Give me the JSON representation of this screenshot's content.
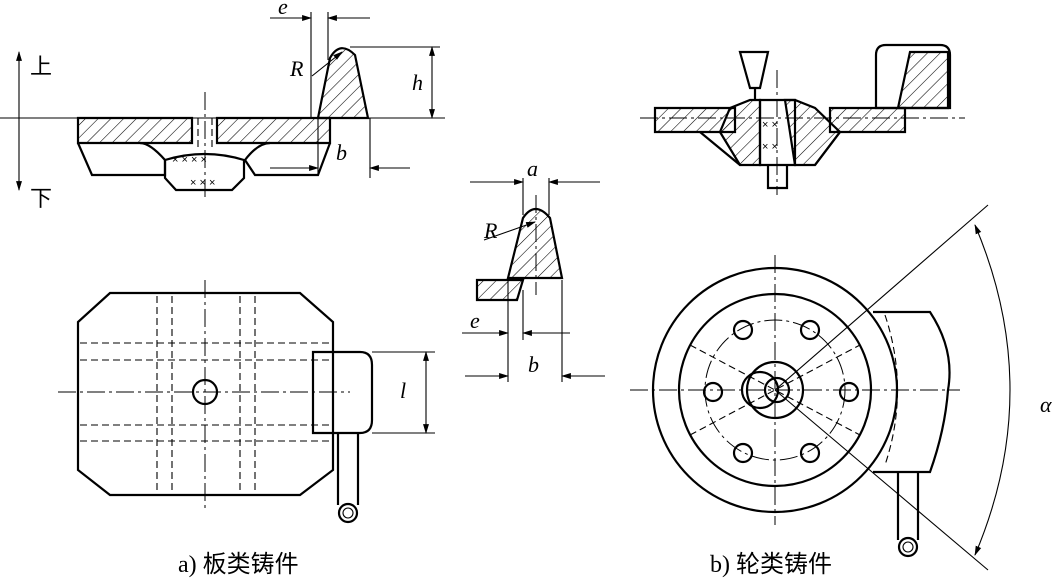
{
  "directions": {
    "up": "上",
    "down": "下"
  },
  "dims": {
    "e": "e",
    "r": "R",
    "h": "h",
    "b": "b",
    "a": "a",
    "l": "l",
    "alpha": "α"
  },
  "captions": {
    "a": "a) 板类铸件",
    "b": "b) 轮类铸件"
  },
  "core_mark": "×"
}
